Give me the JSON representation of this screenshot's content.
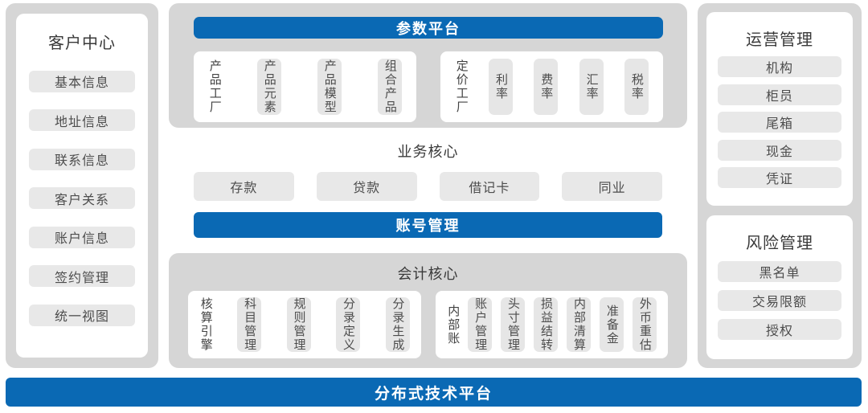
{
  "colors": {
    "accent_blue": "#0a69b4",
    "panel_gray": "#d6d6d6",
    "block_gray": "#e8e8e8",
    "text_dark": "#3a3a3a"
  },
  "left_panel": {
    "title": "客户中心",
    "items": [
      "基本信息",
      "地址信息",
      "联系信息",
      "客户关系",
      "账户信息",
      "签约管理",
      "统一视图"
    ]
  },
  "center": {
    "param_platform": {
      "header": "参数平台",
      "groups": [
        {
          "label": "产品工厂",
          "items": [
            "产品元素",
            "产品模型",
            "组合产品"
          ]
        },
        {
          "label": "定价工厂",
          "items": [
            "利率",
            "费率",
            "汇率",
            "税率"
          ]
        }
      ]
    },
    "business_core": {
      "title": "业务核心",
      "items": [
        "存款",
        "贷款",
        "借记卡",
        "同业"
      ]
    },
    "account_mgmt": {
      "label": "账号管理"
    },
    "accounting_core": {
      "title": "会计核心",
      "groups": [
        {
          "label": "核算引擎",
          "items": [
            "科目管理",
            "规则管理",
            "分录定义",
            "分录生成"
          ]
        },
        {
          "label": "内部账",
          "items": [
            "账户管理",
            "头寸管理",
            "损益结转",
            "内部清算",
            "准备金",
            "外币重估"
          ]
        }
      ]
    }
  },
  "right_panel": {
    "sections": [
      {
        "title": "运营管理",
        "items": [
          "机构",
          "柜员",
          "尾箱",
          "现金",
          "凭证"
        ]
      },
      {
        "title": "风险管理",
        "items": [
          "黑名单",
          "交易限额",
          "授权"
        ]
      }
    ]
  },
  "bottom_bar": {
    "label": "分布式技术平台"
  }
}
